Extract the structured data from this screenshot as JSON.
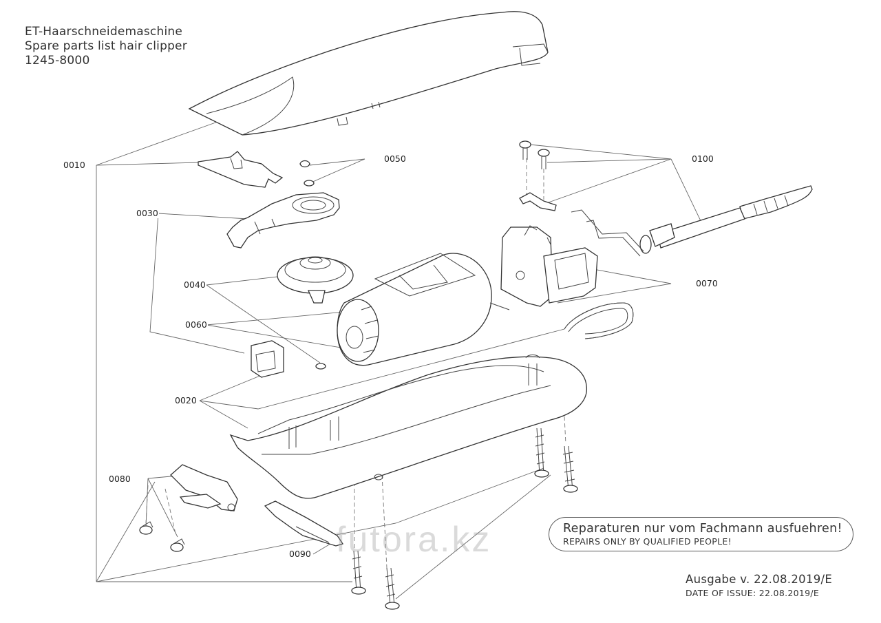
{
  "title": {
    "line1": "ET-Haarschneidemaschine",
    "line2": "Spare parts list hair clipper",
    "line3": "1245-8000"
  },
  "part_labels": [
    "0010",
    "0020",
    "0030",
    "0040",
    "0050",
    "0060",
    "0070",
    "0080",
    "0090",
    "0100"
  ],
  "notice": {
    "german": "Reparaturen nur vom Fachmann ausfuehren!",
    "english": "REPAIRS ONLY BY QUALIFIED PEOPLE!"
  },
  "issue": {
    "german": "Ausgabe v. 22.08.2019/E",
    "english": "DATE OF ISSUE: 22.08.2019/E"
  },
  "watermark": "futora.kz"
}
